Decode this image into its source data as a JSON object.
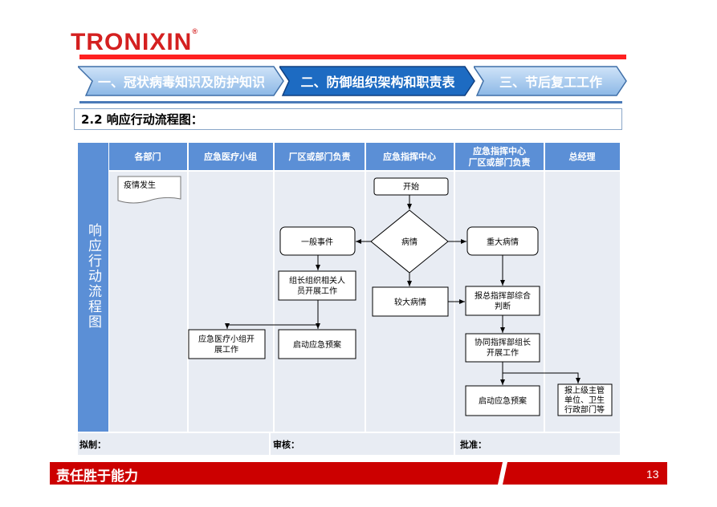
{
  "logo": "TRONIXIN",
  "tabs": [
    {
      "label": "一、冠状病毒知识及防护知识",
      "active": false
    },
    {
      "label": "二、防御组织架构和职责表",
      "active": true
    },
    {
      "label": "三、节后复工工作",
      "active": false
    }
  ],
  "section_title": "2.2 响应行动流程图：",
  "flow": {
    "side_label": "响应行动流程图",
    "lanes": [
      "各部门",
      "应急医疗小组",
      "厂区或部门负责",
      "应急指挥中心",
      "应急指挥中心",
      "总经理"
    ],
    "lane5_line2": "厂区或部门负责",
    "nodes": {
      "outbreak": "疫情发生",
      "start": "开始",
      "condition": "病情",
      "general": "一般事件",
      "major": "重大病情",
      "larger": "较大病情",
      "leader_org_1": "组长组织相关人",
      "leader_org_2": "员开展工作",
      "report_hq_1": "报总指挥部综合",
      "report_hq_2": "判断",
      "medical_1": "应急医疗小组开",
      "medical_2": "展工作",
      "plan_a": "启动应急预案",
      "assist_1": "协同指挥部组长",
      "assist_2": "开展工作",
      "plan_b": "启动应急预案",
      "report_up_1": "报上级主管",
      "report_up_2": "单位、卫生",
      "report_up_3": "行政部门等"
    },
    "sign": {
      "draft": "拟制：",
      "review": "审核：",
      "approve": "批准："
    }
  },
  "footer": {
    "slogan": "责任胜于能力",
    "page": "13"
  },
  "colors": {
    "red": "#cc0000",
    "header_blue": "#5b8fd6",
    "lane_bg": "#e8ecf3"
  }
}
